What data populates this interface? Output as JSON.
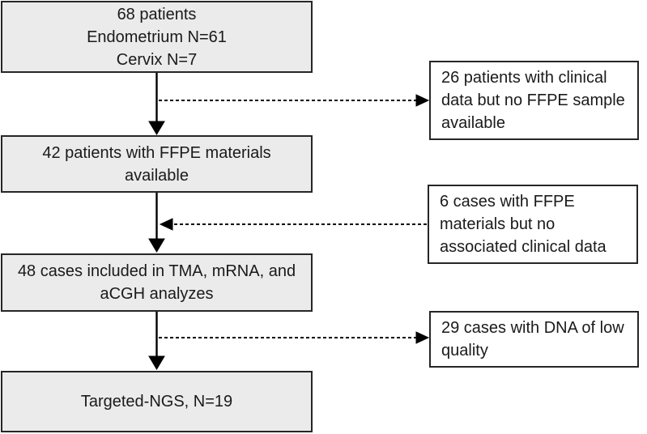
{
  "theme": {
    "box_fill": "#ebebeb",
    "side_box_fill": "#ffffff",
    "box_border": "#262626",
    "line_color": "#000000",
    "text_color": "#1a1a1a",
    "page_bg": "#ffffff"
  },
  "flow": {
    "main": [
      {
        "id": "total-patients",
        "text": "68 patients\nEndometrium N=61\nCervix N=7"
      },
      {
        "id": "ffpe-available",
        "text": "42 patients with FFPE materials\navailable"
      },
      {
        "id": "included-cases",
        "text": "48 cases included in TMA, mRNA, and\naCGH analyzes"
      },
      {
        "id": "targeted-ngs",
        "text": "Targeted-NGS, N=19"
      }
    ],
    "exclusions": [
      {
        "id": "no-ffpe-sample",
        "text": "26 patients with clinical\ndata but no FFPE sample\navailable"
      },
      {
        "id": "no-clinical-data",
        "text": "6 cases with FFPE\nmaterials but no\nassociated clinical data"
      },
      {
        "id": "low-quality-dna",
        "text": "29 cases with DNA of low\nquality"
      }
    ]
  }
}
